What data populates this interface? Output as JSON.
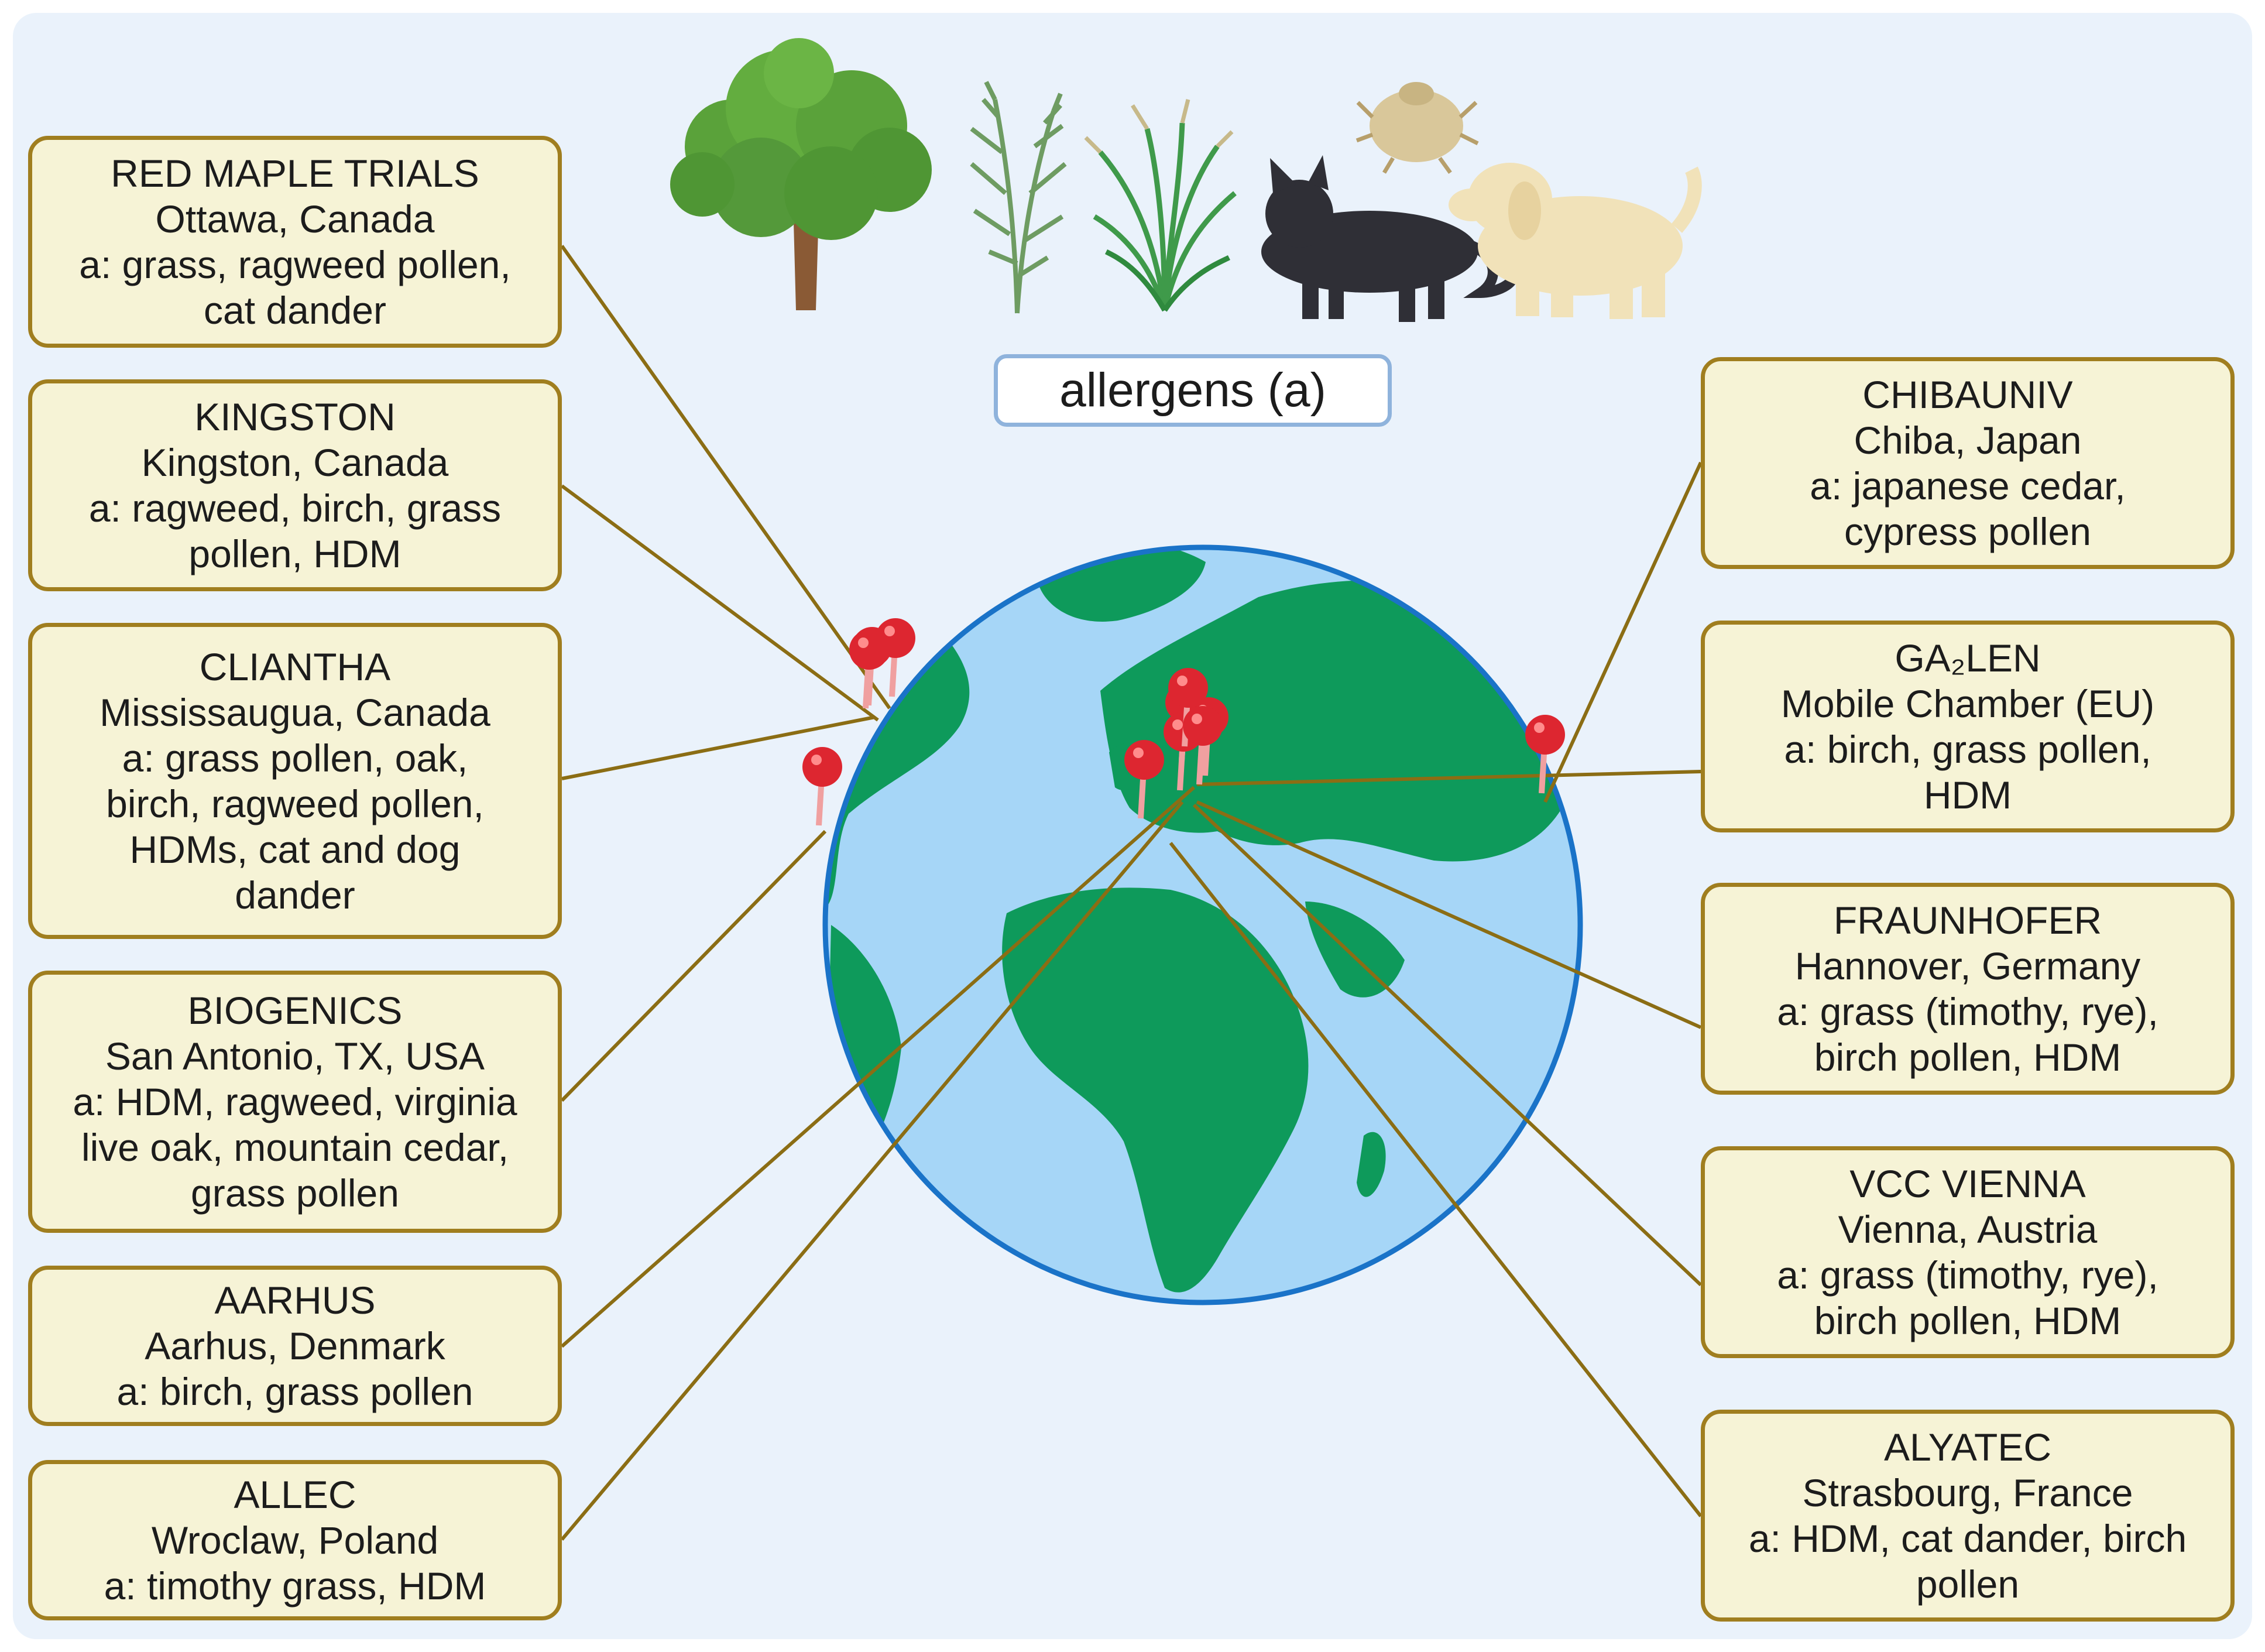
{
  "legend": {
    "label": "allergens (a)"
  },
  "colors": {
    "panel": "#eaf2fb",
    "box_fill": "#f6f3d6",
    "box_border": "#a07e1f",
    "leader_line": "#8b6d14",
    "ocean": "#a6d6f7",
    "land": "#0e9a5b",
    "pin": "#dd2630"
  },
  "allergen_icons": [
    "tree-icon",
    "ragweed-icon",
    "grass-icon",
    "dust-mite-icon",
    "cat-icon",
    "dog-icon"
  ],
  "facilities": [
    {
      "id": "red-maple-trials",
      "name": "RED MAPLE TRIALS",
      "location": "Ottawa, Canada",
      "allergens": [
        "a: grass, ragweed pollen,",
        "cat dander"
      ]
    },
    {
      "id": "kingston",
      "name": "KINGSTON",
      "location": "Kingston, Canada",
      "allergens": [
        "a: ragweed, birch, grass",
        "pollen, HDM"
      ]
    },
    {
      "id": "cliantha",
      "name": "CLIANTHA",
      "location": "Mississaugua, Canada",
      "allergens": [
        "a: grass pollen, oak,",
        "birch, ragweed pollen,",
        "HDMs, cat and dog",
        "dander"
      ]
    },
    {
      "id": "biogenics",
      "name": "BIOGENICS",
      "location": "San Antonio, TX, USA",
      "allergens": [
        "a: HDM, ragweed, virginia",
        "live oak, mountain cedar,",
        "grass pollen"
      ]
    },
    {
      "id": "aarhus",
      "name": "AARHUS",
      "location": "Aarhus, Denmark",
      "allergens": [
        "a: birch, grass pollen"
      ]
    },
    {
      "id": "allec",
      "name": "ALLEC",
      "location": "Wroclaw, Poland",
      "allergens": [
        "a: timothy grass, HDM"
      ]
    },
    {
      "id": "chibauniv",
      "name": "CHIBAUNIV",
      "location": "Chiba, Japan",
      "allergens": [
        "a: japanese cedar,",
        "cypress pollen"
      ]
    },
    {
      "id": "ga2len",
      "name": "GA₂LEN",
      "location": "Mobile Chamber (EU)",
      "allergens": [
        "a: birch, grass pollen,",
        "HDM"
      ]
    },
    {
      "id": "fraunhofer",
      "name": "FRAUNHOFER",
      "location": "Hannover, Germany",
      "allergens": [
        "a: grass (timothy, rye),",
        "birch pollen, HDM"
      ]
    },
    {
      "id": "vcc-vienna",
      "name": "VCC VIENNA",
      "location": "Vienna, Austria",
      "allergens": [
        "a: grass (timothy, rye),",
        "birch pollen, HDM"
      ]
    },
    {
      "id": "alyatec",
      "name": "ALYATEC",
      "location": "Strasbourg, France",
      "allergens": [
        "a: HDM, cat dander, birch",
        "pollen"
      ]
    }
  ]
}
